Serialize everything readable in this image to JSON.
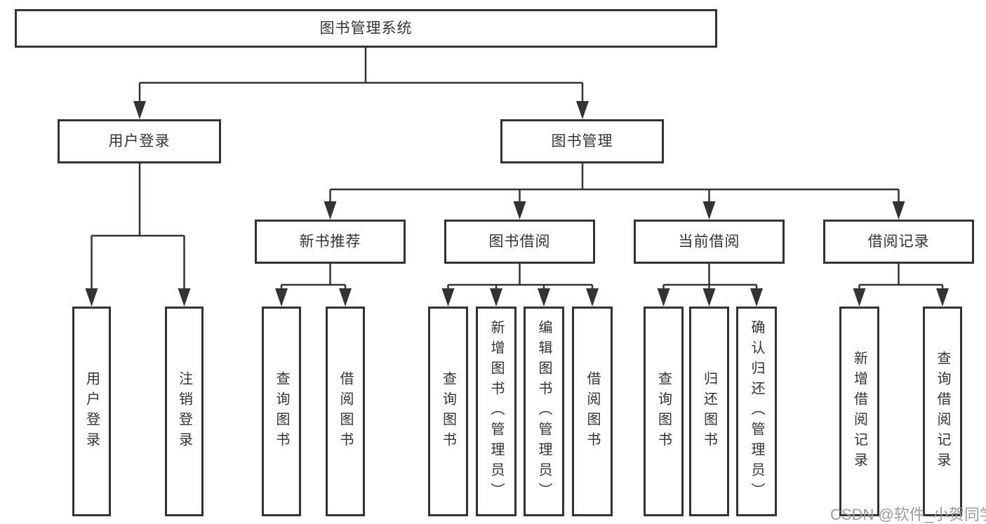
{
  "tree": {
    "root": "图书管理系统",
    "user_login": {
      "label": "用户登录",
      "children": {
        "login": "用户登录",
        "logout": "注销登录"
      }
    },
    "book_management": {
      "label": "图书管理",
      "new_book_recommend": {
        "label": "新书推荐",
        "children": {
          "query_book": "查询图书",
          "borrow_book": "借阅图书"
        }
      },
      "book_borrowing": {
        "label": "图书借阅",
        "children": {
          "query_book": "查询图书",
          "add_book": "新增图书（管理员）",
          "edit_book": "编辑图书（管理员）",
          "borrow_book": "借阅图书"
        }
      },
      "current_borrowing": {
        "label": "当前借阅",
        "children": {
          "query_book": "查询图书",
          "return_book": "归还图书",
          "confirm_return": "确认归还（管理员）"
        }
      },
      "borrowing_records": {
        "label": "借阅记录",
        "children": {
          "add_record": "新增借阅记录",
          "query_record": "查询借阅记录"
        }
      }
    }
  },
  "watermark": "CSDN @软件_小贺同学",
  "colors": {
    "line": "#333333",
    "text": "#333333",
    "watermark": "#9b9b9b",
    "background": "#ffffff"
  }
}
